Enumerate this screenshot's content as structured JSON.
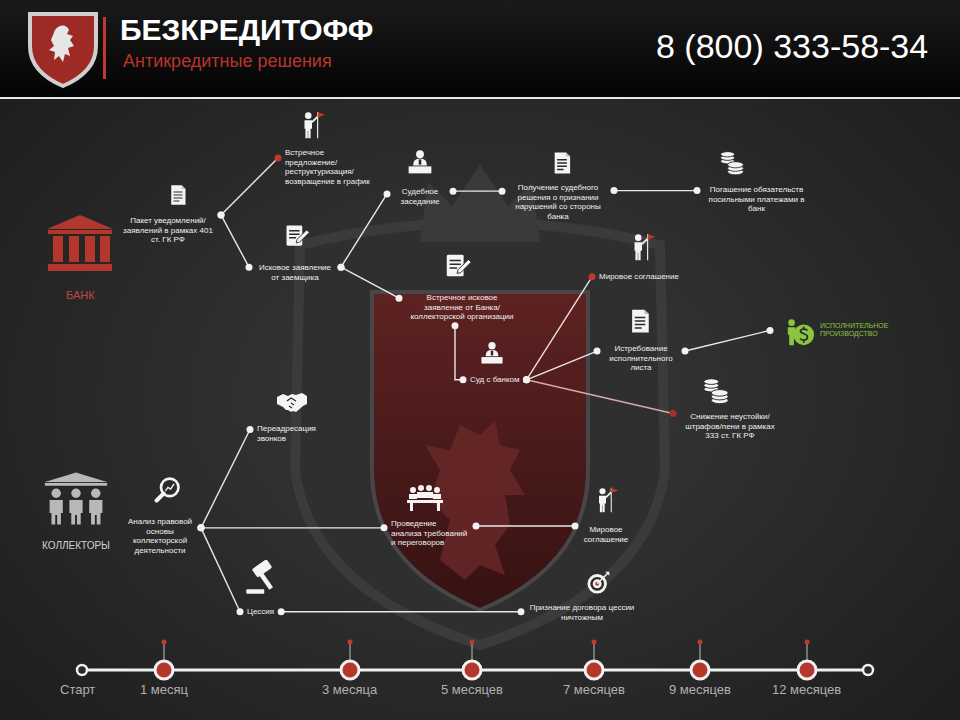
{
  "diagram": {
    "title": "БЕЗКРЕДИТОФФ",
    "nodes": [
      {
        "text": [
          "БАНК"
        ]
      },
      {
        "text": [
          "Пакет уведомлений/ заявлений в рамках 401 ст. ГК РФ"
        ]
      },
      {
        "text": [
          "Встречное предложение/ реструктуризация/ возвращение в график"
        ]
      },
      {
        "text": [
          "Исковое заявление от заемщика"
        ]
      },
      {
        "text": [
          "Судебное заседание"
        ]
      },
      {
        "text": [
          "Получение судебного решения о признании нарушений со стороны банка"
        ]
      },
      {
        "text": [
          "Погашение обязательств посильными платежами в банк"
        ]
      },
      {
        "text": [
          "Встречное исковое заявление от Банка/ коллекторской организации"
        ]
      },
      {
        "text": [
          "Суд с банком"
        ]
      },
      {
        "text": [
          "Мировое соглашение"
        ]
      },
      {
        "text": [
          "Истребование исполнительного листа"
        ]
      },
      {
        "text": [
          "ИСПОЛНИТЕЛЬНОЕ ПРОИЗВОДСТВО"
        ]
      },
      {
        "text": [
          "Снижение неустойки/штрафов/пени в рамках 333 ст. ГК РФ"
        ]
      },
      {
        "text": [
          "КОЛЛЕКТОРЫ"
        ]
      },
      {
        "text": [
          "Анализ правовой основы коллекторской деятельности"
        ]
      },
      {
        "text": [
          "Переадресация звонков"
        ]
      },
      {
        "text": [
          "Проведение анализа требований и переговоров"
        ]
      },
      {
        "text": [
          "Мировое соглашение"
        ]
      },
      {
        "text": [
          "Цессия"
        ]
      },
      {
        "text": [
          "Признание договора цессии ничтожным"
        ]
      }
    ],
    "edges": [
      {
        "from": 1,
        "to": 2,
        "arrow": "none"
      },
      {
        "from": 1,
        "to": 3,
        "arrow": "none"
      },
      {
        "from": 3,
        "to": 4,
        "arrow": "none"
      },
      {
        "from": 3,
        "to": 7,
        "arrow": "none"
      },
      {
        "from": 4,
        "to": 5,
        "arrow": "none"
      },
      {
        "from": 5,
        "to": 6,
        "arrow": "none"
      },
      {
        "from": 7,
        "to": 8,
        "arrow": "none"
      },
      {
        "from": 8,
        "to": 9,
        "arrow": "none"
      },
      {
        "from": 8,
        "to": 10,
        "arrow": "none"
      },
      {
        "from": 8,
        "to": 12,
        "arrow": "none"
      },
      {
        "from": 10,
        "to": 11,
        "arrow": "none"
      },
      {
        "from": 14,
        "to": 15,
        "arrow": "none"
      },
      {
        "from": 14,
        "to": 16,
        "arrow": "none"
      },
      {
        "from": 14,
        "to": 18,
        "arrow": "none"
      },
      {
        "from": 16,
        "to": 17,
        "arrow": "none"
      },
      {
        "from": 18,
        "to": 19,
        "arrow": "none"
      }
    ],
    "labels": [
      "Антикредитные решения",
      "8 (800) 333-58-34",
      "Старт",
      "1 месяц",
      "3 месяца",
      "5 месяцев",
      "7 месяцев",
      "9 месяцев",
      "12 месяцев"
    ]
  }
}
